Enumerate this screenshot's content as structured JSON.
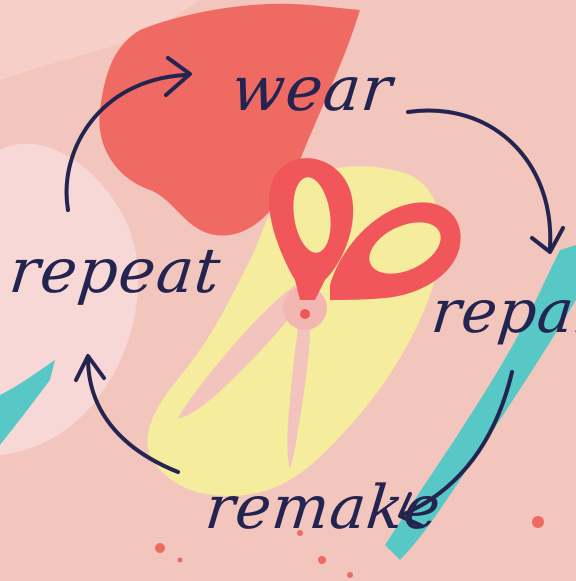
{
  "cycle": {
    "steps": [
      {
        "label": "wear"
      },
      {
        "label": "repair"
      },
      {
        "label": "remake"
      },
      {
        "label": "repeat"
      }
    ],
    "center_icon": "scissors-icon"
  },
  "colors": {
    "background": "#f3c6bd",
    "ink": "#23244f",
    "coral": "#f06a64",
    "yellow": "#f5ec9e",
    "teal": "#58c8c6",
    "blush": "#f8d8d6",
    "scissor_red": "#f0565a"
  }
}
